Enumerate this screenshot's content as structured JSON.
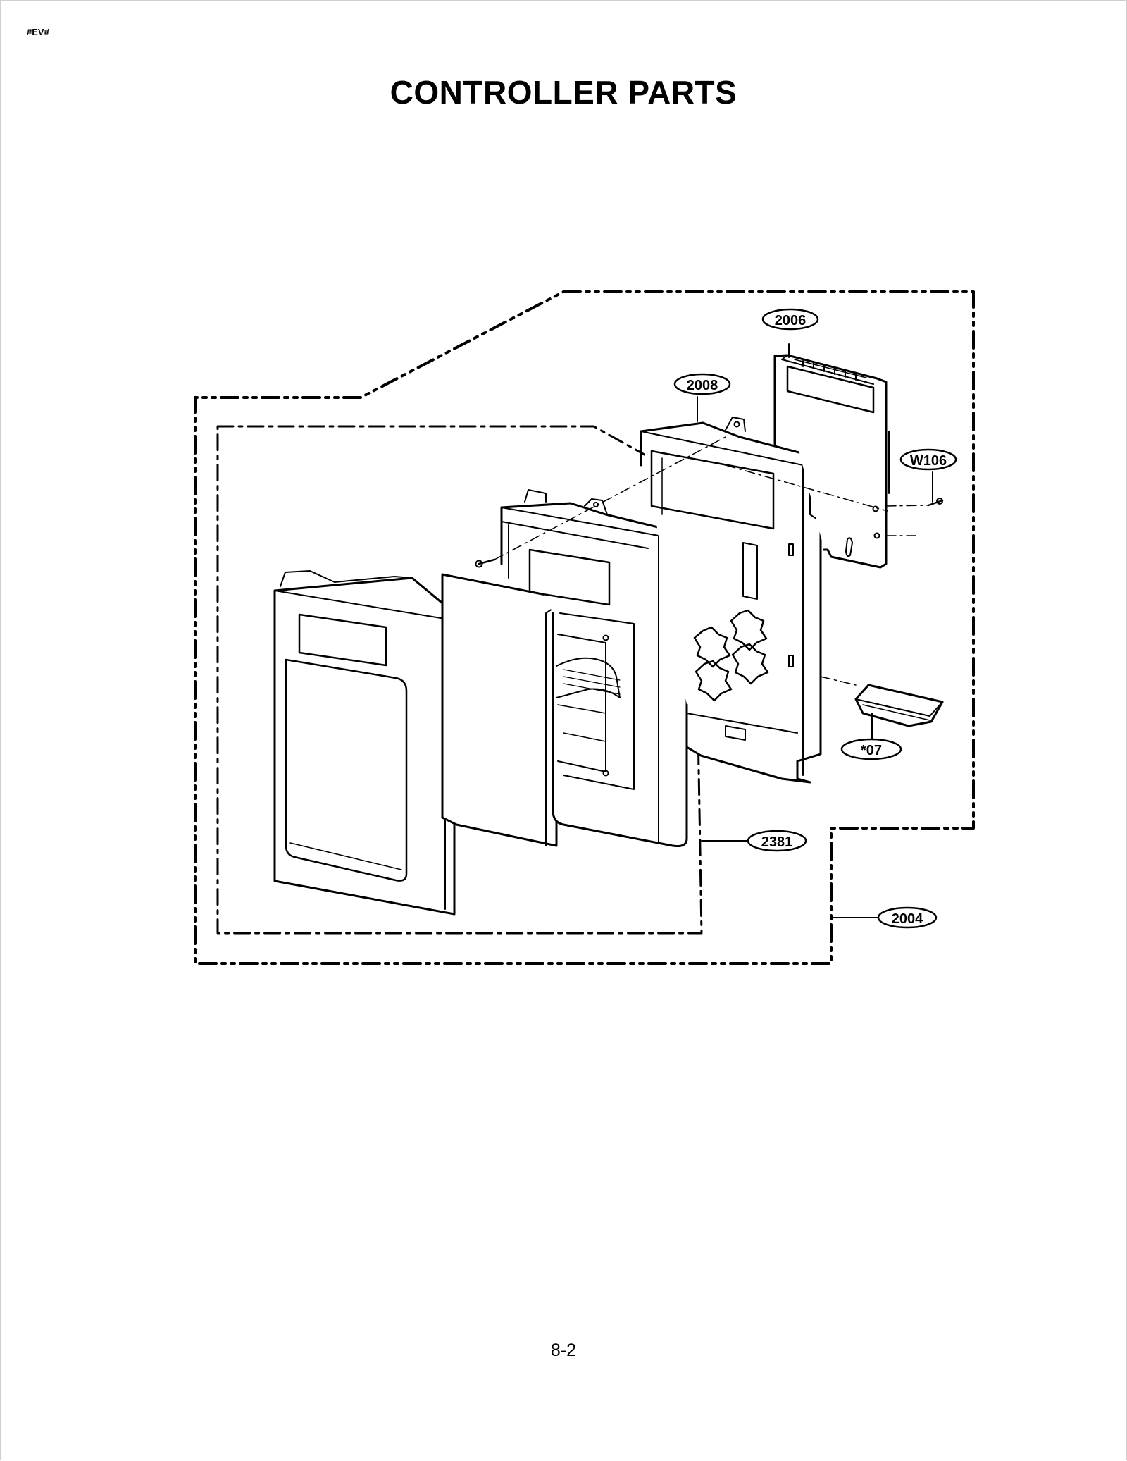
{
  "header": {
    "doc_code": "#EV#",
    "title": "CONTROLLER PARTS"
  },
  "diagram": {
    "callouts": [
      {
        "id": "2006",
        "label": "2006"
      },
      {
        "id": "2008",
        "label": "2008"
      },
      {
        "id": "W106",
        "label": "W106"
      },
      {
        "id": "*07",
        "label": "*07"
      },
      {
        "id": "2381",
        "label": "2381"
      },
      {
        "id": "2004",
        "label": "2004"
      }
    ]
  },
  "footer": {
    "page_number": "8-2"
  }
}
